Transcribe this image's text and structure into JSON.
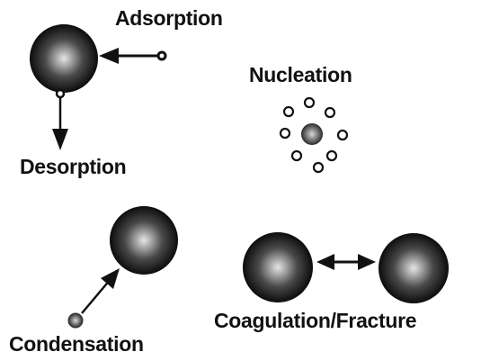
{
  "labels": {
    "adsorption": "Adsorption",
    "desorption": "Desorption",
    "nucleation": "Nucleation",
    "condensation": "Condensation",
    "coagulation_fracture": "Coagulation/Fracture"
  },
  "colors": {
    "ink": "#111111",
    "sphere_core": "#e6e6e6",
    "sphere_edge": "#0c0c0c",
    "background": "#ffffff"
  }
}
